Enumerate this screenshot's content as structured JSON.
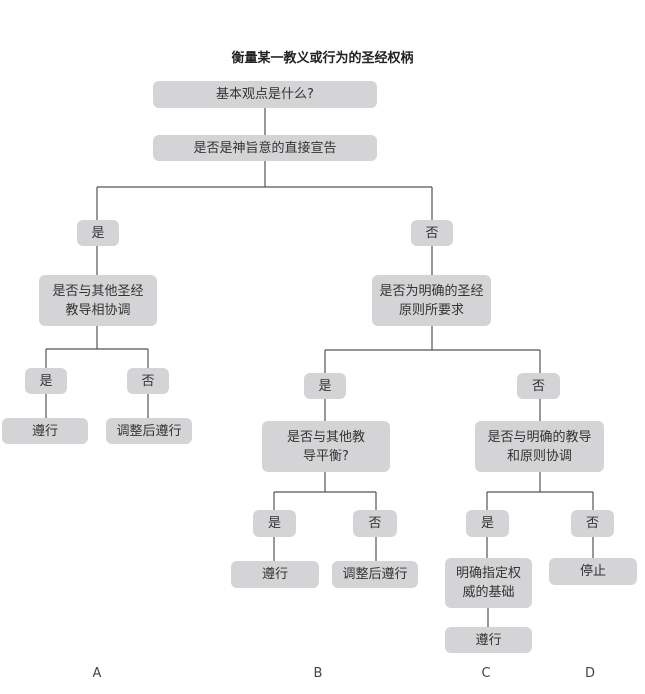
{
  "title": "衡量某一教义或行为的圣经权柄",
  "nodes": {
    "basic": "基本观点是什么?",
    "direct": "是否是神旨意的直接宣告",
    "yes1": "是",
    "no1": "否",
    "consistent": "是否与其他圣经教导相协调",
    "required": "是否为明确的圣经原则所要求",
    "a_yes": "是",
    "a_no": "否",
    "a_obey": "遵行",
    "a_adjust": "调整后遵行",
    "b_yes": "是",
    "c_no": "否",
    "balanced": "是否与其他教导平衡?",
    "harmonize": "是否与明确的教导和原则协调",
    "b2_yes": "是",
    "b2_no": "否",
    "b_obey": "遵行",
    "b_adjust": "调整后遵行",
    "c2_yes": "是",
    "c2_no": "否",
    "basis": "明确指定权威的基础",
    "stop": "停止",
    "c_obey": "遵行"
  },
  "columns": [
    "A",
    "B",
    "C",
    "D"
  ],
  "colors": {
    "box": "#d4d4d6",
    "line": "#555555",
    "text": "#333333"
  }
}
